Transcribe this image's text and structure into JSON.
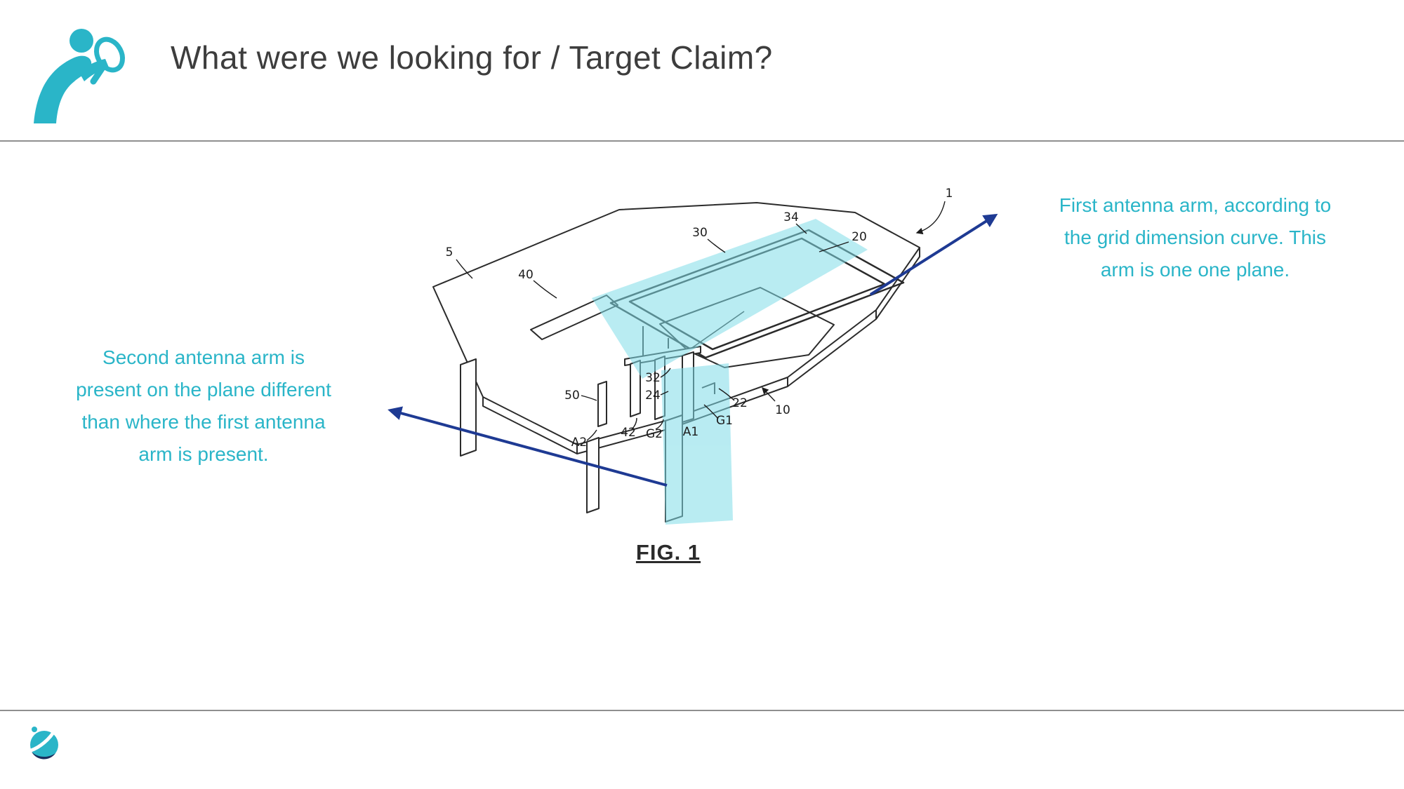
{
  "header": {
    "title": "What were we looking for / Target Claim?",
    "icon": "person-with-magnifier-icon"
  },
  "annotations": {
    "left": {
      "lines": [
        "Second antenna arm is",
        "present on the plane different",
        "than where the first antenna",
        "arm is present."
      ]
    },
    "right": {
      "lines": [
        "First antenna arm, according to",
        "the grid dimension curve. This",
        "arm is one one plane."
      ]
    }
  },
  "figure": {
    "caption": "FIG. 1",
    "ref_labels": {
      "r1": "1",
      "r5": "5",
      "r10": "10",
      "r20": "20",
      "r22": "22",
      "r24": "24",
      "r30": "30",
      "r32": "32",
      "r34": "34",
      "r40": "40",
      "r42": "42",
      "r50": "50",
      "rA1": "A1",
      "rA2": "A2",
      "rG1": "G1",
      "rG2": "G2"
    }
  },
  "footer": {
    "logo": "company-logo"
  },
  "colors": {
    "accent_teal": "#2AB5C8",
    "highlight_cyan": "#7FDCE8",
    "arrow_navy": "#1E3A93",
    "line_dark": "#2B2B2B",
    "divider_gray": "#8F8F8F"
  }
}
